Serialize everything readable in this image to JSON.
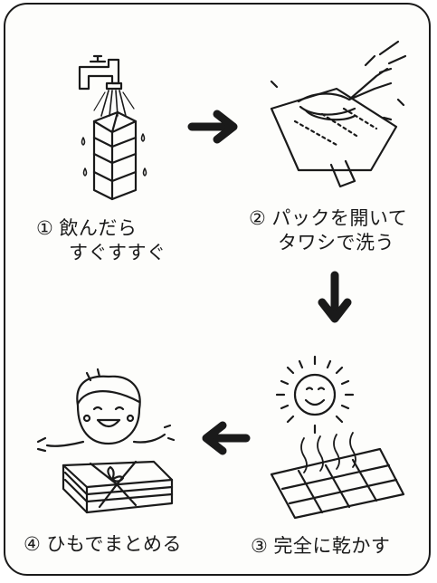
{
  "steps": [
    {
      "number": "①",
      "line1": "飲んだら",
      "line2": "すぐすすぐ",
      "icon": "rinse-carton-icon"
    },
    {
      "number": "②",
      "line1": "パックを開いて",
      "line2": "タワシで洗う",
      "icon": "scrub-carton-icon"
    },
    {
      "number": "③",
      "line1": "完全に乾かす",
      "line2": "",
      "icon": "sun-drying-icon"
    },
    {
      "number": "④",
      "line1": "ひもでまとめる",
      "line2": "",
      "icon": "bundle-person-icon"
    }
  ],
  "colors": {
    "ink": "#1a1a1a",
    "background": "#fdfdfb"
  }
}
